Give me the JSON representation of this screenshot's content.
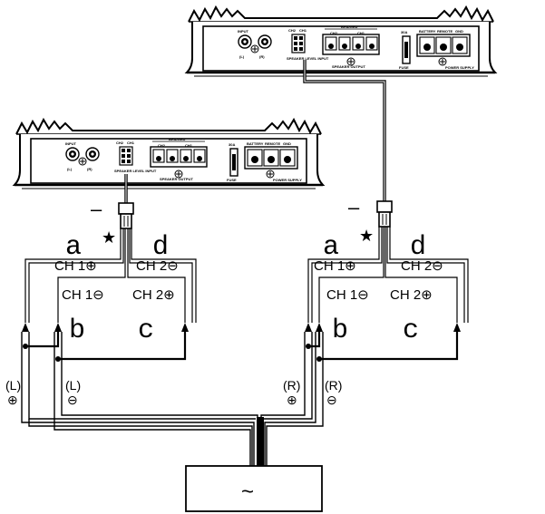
{
  "amplifier": {
    "input_label": "INPUT",
    "ch2_label": "CH2",
    "ch1_label": "CH1",
    "left_label": "(L)",
    "right_label": "(R)",
    "bridged_label": "BRIDGED",
    "speaker_output_label": "SPEAKER OUTPUT",
    "speaker_level_input_label": "SPEAKER LEVEL INPUT",
    "fuse_label": "FUSE",
    "fuse_rating": "30A",
    "battery_label": "BATTERY",
    "remote_label": "REMOTE",
    "gnd_label": "GND",
    "power_supply_label": "POWER SUPPLY",
    "ch_out": [
      "CH2",
      "CH1"
    ]
  },
  "wiring": {
    "plug_minus": "–",
    "star": "★",
    "letter_a": "a",
    "letter_b": "b",
    "letter_c": "c",
    "letter_d": "d",
    "ch1_plus": "CH 1⊕",
    "ch2_minus": "CH 2⊖",
    "ch1_minus": "CH 1⊖",
    "ch2_plus": "CH 2⊕"
  },
  "source": {
    "left_label": "(L)",
    "right_label": "(R)",
    "plus": "⊕",
    "minus": "⊖",
    "ac_symbol": "~"
  }
}
